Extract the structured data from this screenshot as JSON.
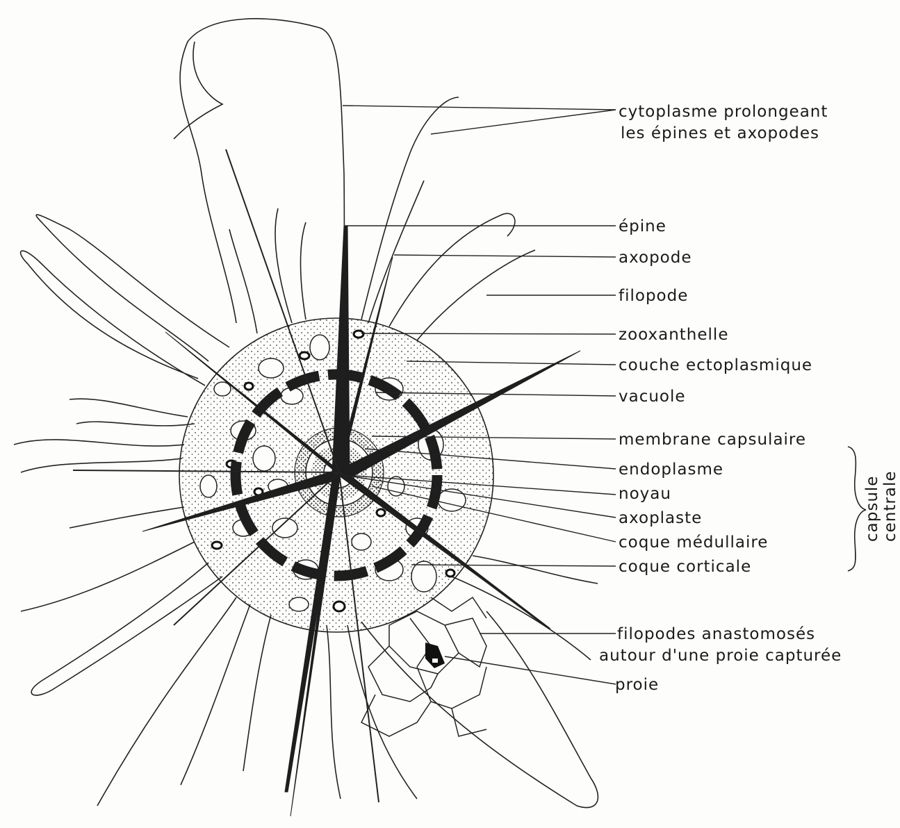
{
  "labels": {
    "cytoplasme_line1": "cytoplasme prolongeant",
    "cytoplasme_line2": "les épines et axopodes",
    "epine": "épine",
    "axopode": "axopode",
    "filopode": "filopode",
    "zooxanthelle": "zooxanthelle",
    "couche": "couche ectoplasmique",
    "vacuole": "vacuole",
    "membrane": "membrane capsulaire",
    "endoplasme": "endoplasme",
    "noyau": "noyau",
    "axoplaste": "axoplaste",
    "medullaire": "coque médullaire",
    "corticale": "coque corticale",
    "anastomoses_line1": "filopodes anastomosés",
    "anastomoses_line2": "autour d'une proie capturée",
    "proie": "proie",
    "capsule_line1": "capsule",
    "capsule_line2": "centrale"
  },
  "colors": {
    "ink": "#1e1e1e",
    "paper": "#fdfdfb"
  }
}
